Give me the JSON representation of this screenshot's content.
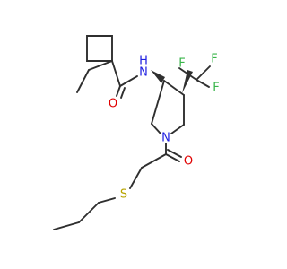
{
  "molecule": {
    "atom_labels": {
      "amide_nitrogen": "N",
      "amide_hydrogen": "H",
      "amide_oxygen": "O",
      "ring_nitrogen": "N",
      "acyl_oxygen": "O",
      "sulfur": "S",
      "fluorine_top_left": "F",
      "fluorine_top_right": "F",
      "fluorine_right": "F"
    },
    "colors": {
      "bond": "#2f2f2f",
      "nitrogen": "#1f1fe0",
      "oxygen": "#e00000",
      "sulfur": "#b8a400",
      "fluorine": "#39b54a"
    }
  }
}
